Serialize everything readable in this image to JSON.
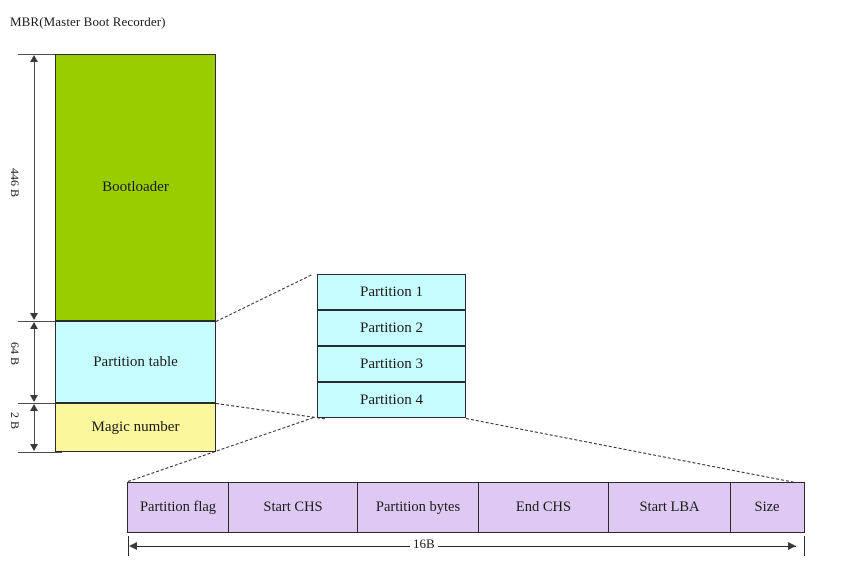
{
  "diagram": {
    "title": "MBR(Master Boot Recorder)",
    "colors": {
      "bootloader": "#9ACD00",
      "partition_table": "#C6FDFF",
      "magic_number": "#FAF79C",
      "partition_entry": "#C6FDFF",
      "field_cell": "#DDC9F2",
      "outline": "#2b2b2b"
    },
    "mbr_blocks": [
      {
        "label": "Bootloader",
        "size_label": "446 B"
      },
      {
        "label": "Partition table",
        "size_label": "64 B"
      },
      {
        "label": "Magic number",
        "size_label": "2 B"
      }
    ],
    "partition_entries": [
      {
        "label": "Partition 1"
      },
      {
        "label": "Partition 2"
      },
      {
        "label": "Partition 3"
      },
      {
        "label": "Partition 4"
      }
    ],
    "entry_fields": [
      {
        "label": "Partition flag"
      },
      {
        "label": "Start CHS"
      },
      {
        "label": "Partition bytes"
      },
      {
        "label": "End CHS"
      },
      {
        "label": "Start LBA"
      },
      {
        "label": "Size"
      }
    ],
    "entry_total_size_label": "16B"
  }
}
